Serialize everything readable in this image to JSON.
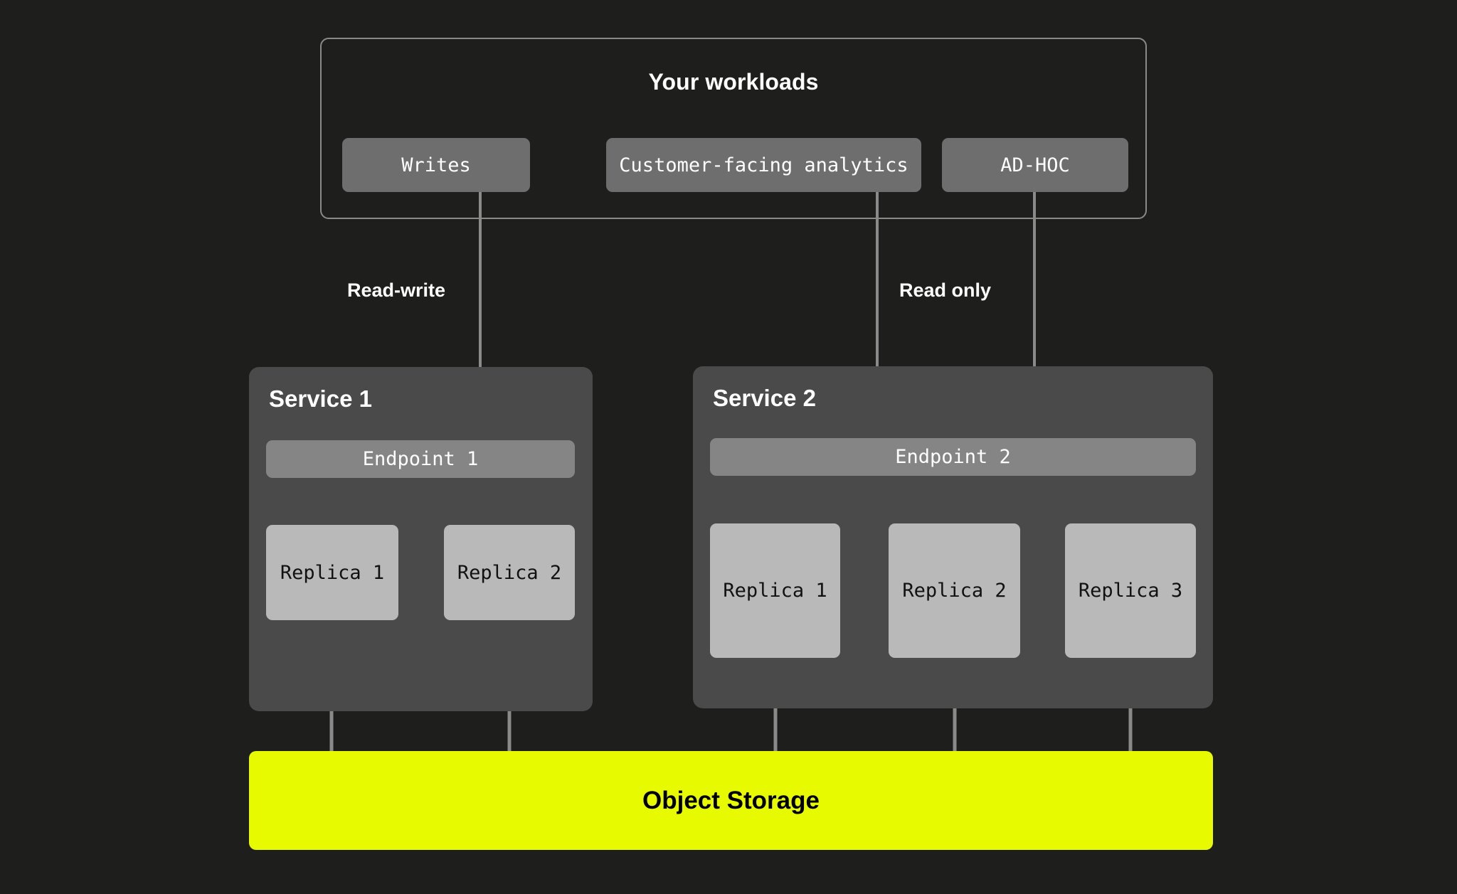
{
  "diagram": {
    "title": "Your workloads",
    "background_color": "#1e1f1c",
    "accent_color": "#e8fa00"
  },
  "workloads": {
    "title": "Your workloads",
    "items": [
      {
        "label": "Writes"
      },
      {
        "label": "Customer-facing analytics"
      },
      {
        "label": "AD-HOC"
      }
    ]
  },
  "edge_labels": {
    "read_write": "Read-write",
    "read_only": "Read only"
  },
  "services": [
    {
      "title": "Service 1",
      "endpoint": "Endpoint 1",
      "replicas": [
        {
          "label": "Replica 1"
        },
        {
          "label": "Replica 2"
        }
      ]
    },
    {
      "title": "Service 2",
      "endpoint": "Endpoint 2",
      "replicas": [
        {
          "label": "Replica 1"
        },
        {
          "label": "Replica 2"
        },
        {
          "label": "Replica 3"
        }
      ]
    }
  ],
  "storage": {
    "label": "Object Storage"
  },
  "chart_data": {
    "type": "diagram",
    "title": "Your workloads",
    "nodes": [
      {
        "id": "writes",
        "label": "Writes",
        "group": "workloads"
      },
      {
        "id": "analytics",
        "label": "Customer-facing analytics",
        "group": "workloads"
      },
      {
        "id": "adhoc",
        "label": "AD-HOC",
        "group": "workloads"
      },
      {
        "id": "endpoint1",
        "label": "Endpoint 1",
        "group": "service-1"
      },
      {
        "id": "s1-replica1",
        "label": "Replica 1",
        "group": "service-1"
      },
      {
        "id": "s1-replica2",
        "label": "Replica 2",
        "group": "service-1"
      },
      {
        "id": "endpoint2",
        "label": "Endpoint 2",
        "group": "service-2"
      },
      {
        "id": "s2-replica1",
        "label": "Replica 1",
        "group": "service-2"
      },
      {
        "id": "s2-replica2",
        "label": "Replica 2",
        "group": "service-2"
      },
      {
        "id": "s2-replica3",
        "label": "Replica 3",
        "group": "service-2"
      },
      {
        "id": "object-storage",
        "label": "Object Storage",
        "group": "storage"
      }
    ],
    "edges": [
      {
        "from": "writes",
        "to": "endpoint1",
        "label": "Read-write",
        "arrow": true
      },
      {
        "from": "analytics",
        "to": "endpoint2",
        "label": "Read only",
        "arrow": true
      },
      {
        "from": "adhoc",
        "to": "endpoint2",
        "label": "Read only",
        "arrow": true
      },
      {
        "from": "endpoint1",
        "to": "s1-replica1",
        "arrow": false
      },
      {
        "from": "endpoint1",
        "to": "s1-replica2",
        "arrow": false
      },
      {
        "from": "endpoint2",
        "to": "s2-replica1",
        "arrow": false
      },
      {
        "from": "endpoint2",
        "to": "s2-replica2",
        "arrow": false
      },
      {
        "from": "endpoint2",
        "to": "s2-replica3",
        "arrow": false
      },
      {
        "from": "s1-replica1",
        "to": "object-storage",
        "arrow": false
      },
      {
        "from": "s1-replica2",
        "to": "object-storage",
        "arrow": false
      },
      {
        "from": "s2-replica1",
        "to": "object-storage",
        "arrow": false
      },
      {
        "from": "s2-replica2",
        "to": "object-storage",
        "arrow": false
      },
      {
        "from": "s2-replica3",
        "to": "object-storage",
        "arrow": false
      }
    ]
  }
}
